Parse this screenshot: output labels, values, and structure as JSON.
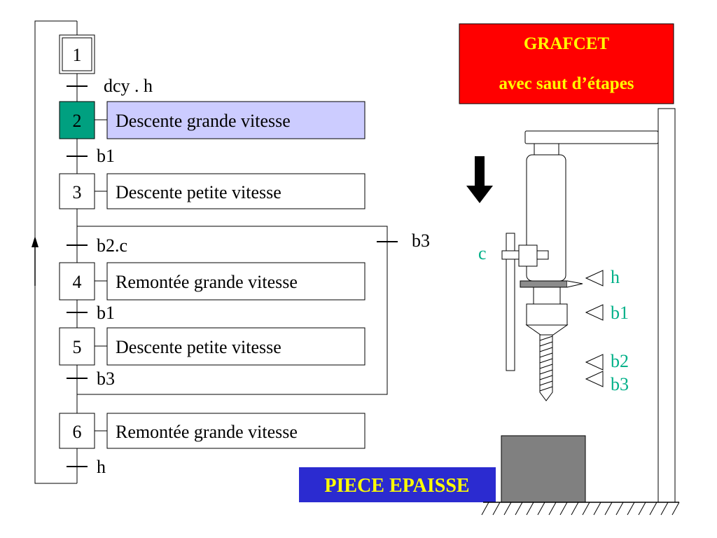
{
  "title": {
    "line1": "GRAFCET",
    "line2": "avec saut d’étapes",
    "bg_color": "#ff0000",
    "text_color": "#ffff00"
  },
  "piece_label": {
    "text": "PIECE EPAISSE",
    "bg_color": "#2b2bd0",
    "text_color": "#ffff00"
  },
  "steps": [
    {
      "number": "1",
      "initial": true,
      "active": false,
      "action": ""
    },
    {
      "number": "2",
      "initial": false,
      "active": true,
      "action": "Descente grande vitesse"
    },
    {
      "number": "3",
      "initial": false,
      "active": false,
      "action": "Descente petite vitesse"
    },
    {
      "number": "4",
      "initial": false,
      "active": false,
      "action": "Remontée grande vitesse"
    },
    {
      "number": "5",
      "initial": false,
      "active": false,
      "action": "Descente petite vitesse"
    },
    {
      "number": "6",
      "initial": false,
      "active": false,
      "action": "Remontée grande vitesse"
    }
  ],
  "transitions": [
    {
      "condition": "dcy . h"
    },
    {
      "condition": "b1"
    },
    {
      "condition": "b2.c"
    },
    {
      "condition": "b1"
    },
    {
      "condition": "b3"
    },
    {
      "condition": "h"
    }
  ],
  "jump_transition": {
    "condition": "b3"
  },
  "sensors": {
    "c": "c",
    "h": "h",
    "b1": "b1",
    "b2": "b2",
    "b3": "b3",
    "color": "#00b088"
  },
  "colors": {
    "active_step": "#00a080",
    "active_action": "#ccccff",
    "piece_fill": "#808080",
    "collar_fill": "#8c8c8c"
  }
}
